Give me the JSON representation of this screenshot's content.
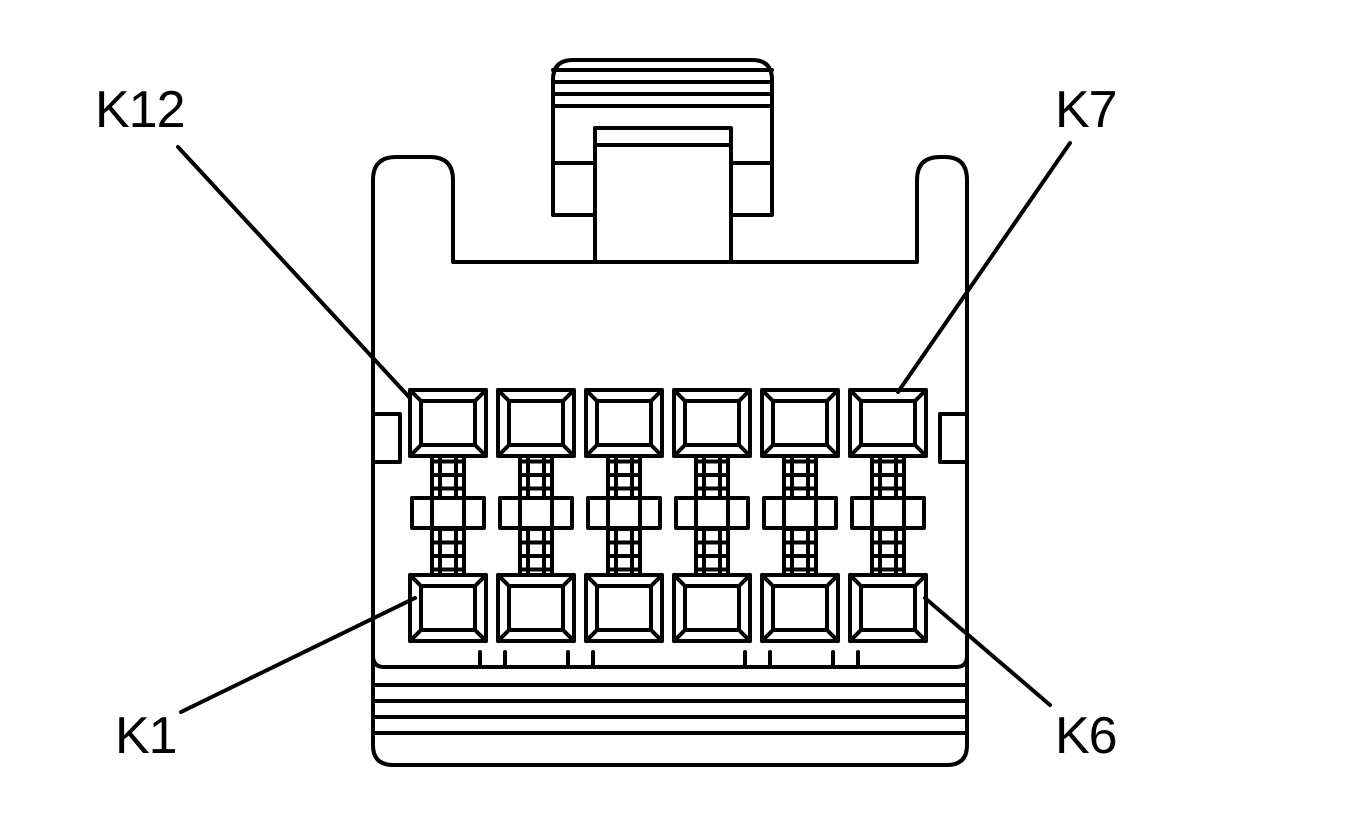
{
  "labels": {
    "top_left": "K12",
    "top_right": "K7",
    "bottom_left": "K1",
    "bottom_right": "K6"
  },
  "connector": {
    "cavities_per_row": 6,
    "rows": 2
  },
  "colors": {
    "stroke": "#000000",
    "fill": "#ffffff"
  }
}
